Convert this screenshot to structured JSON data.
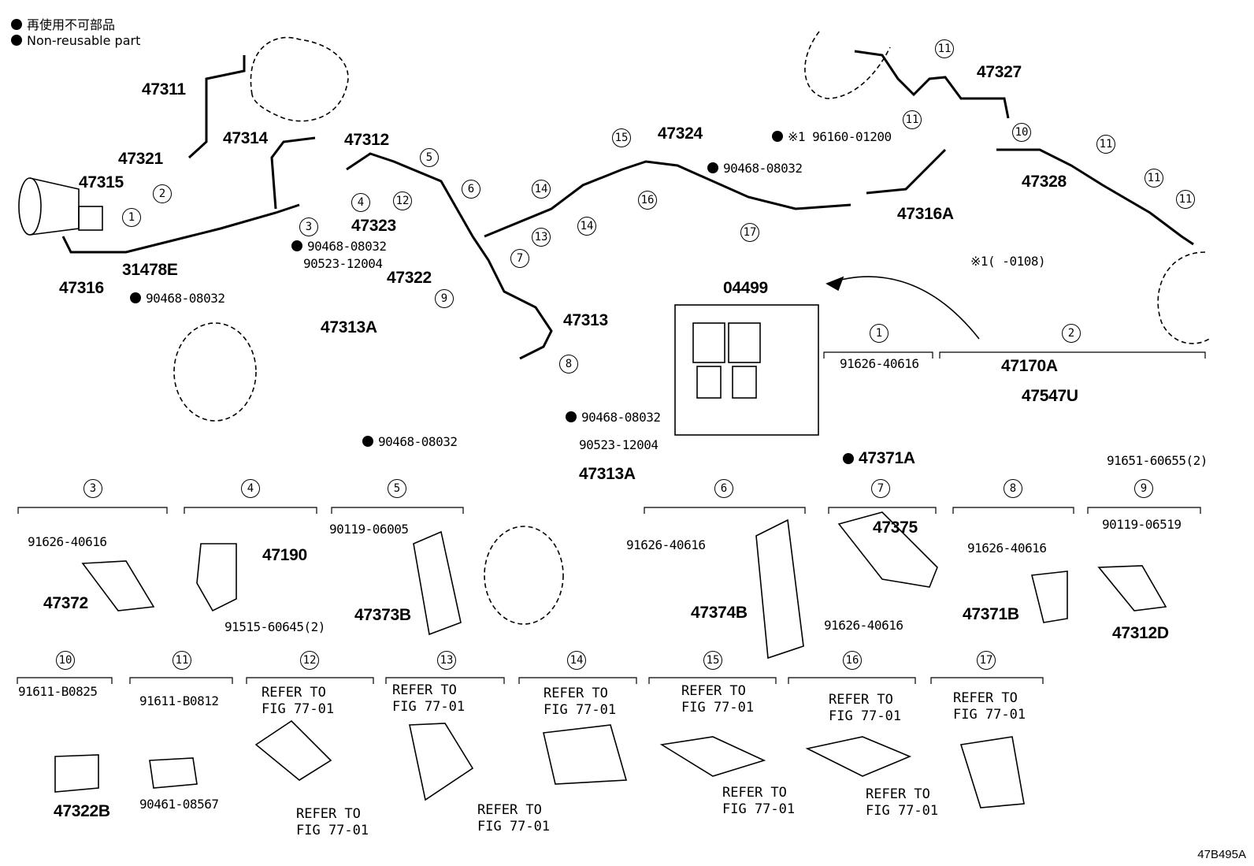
{
  "legend": {
    "line_jp": "再使用不可部品",
    "line_en": "Non-reusable part"
  },
  "figure_id": "47B495A",
  "footnote": "※1(      -0108)",
  "main_labels": {
    "p47311": "47311",
    "p47321": "47321",
    "p47314": "47314",
    "p47312": "47312",
    "p47315": "47315",
    "p47316": "47316",
    "p31478E": "31478E",
    "p47323": "47323",
    "p47322": "47322",
    "p47313": "47313",
    "p47313A_1": "47313A",
    "p47313A_2": "47313A",
    "p47324": "47324",
    "p47316A": "47316A",
    "p47327": "47327",
    "p47328": "47328",
    "p04499": "04499",
    "p47170A": "47170A",
    "p47547U": "47547U",
    "p47371A": "47371A",
    "s96160": "※1 96160-01200",
    "s90468_a": "90468-08032",
    "s90468_b": "90468-08032",
    "s90523_a": "90523-12004",
    "s90468_c": "90468-08032",
    "s90468_d": "90468-08032",
    "s90523_b": "90523-12004",
    "s90468_e": "90468-08032",
    "s91626_g1": "91626-40616",
    "s91651": "91651-60655(2)"
  },
  "groups": {
    "g1": "1",
    "g2": "2",
    "g3": "3",
    "g4": "4",
    "g5": "5",
    "g6": "6",
    "g7": "7",
    "g8": "8",
    "g9": "9",
    "g10": "10",
    "g11": "11",
    "g12": "12",
    "g13": "13",
    "g14": "14",
    "g15": "15",
    "g16": "16",
    "g17": "17"
  },
  "details": {
    "d3_bolt": "91626-40616",
    "d3_part": "47372",
    "d4_part": "47190",
    "d4_bolt": "91515-60645(2)",
    "d5_bolt": "90119-06005",
    "d5_part": "47373B",
    "d6_bolt": "91626-40616",
    "d6_part": "47374B",
    "d7_part": "47375",
    "d7_bolt": "91626-40616",
    "d8_bolt": "91626-40616",
    "d8_part": "47371B",
    "d9_bolt": "90119-06519",
    "d9_part": "47312D",
    "d10_bolt": "91611-B0825",
    "d10_part": "47322B",
    "d11_bolt": "91611-B0812",
    "d11_part": "90461-08567",
    "refer": "REFER TO\nFIG 77-01"
  }
}
